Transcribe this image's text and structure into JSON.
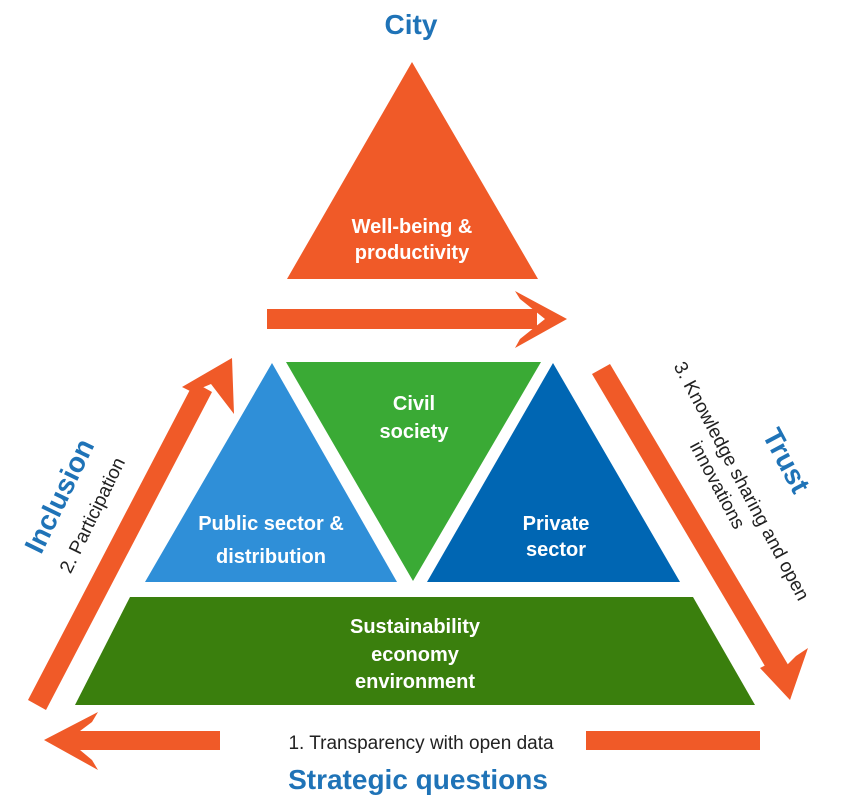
{
  "titles": {
    "top": "City",
    "bottom": "Strategic questions",
    "left": "Inclusion",
    "right": "Trust"
  },
  "shapes": {
    "top_triangle": {
      "line1": "Well-being &",
      "line2": "productivity",
      "color": "#f05a28"
    },
    "civil_society": {
      "line1": "Civil",
      "line2": "society",
      "color": "#3aaa35"
    },
    "public_sector": {
      "line1": "Public sector &",
      "line2": "distribution",
      "color": "#2f8fd8"
    },
    "private_sector": {
      "line1": "Private",
      "line2": "sector",
      "color": "#0066b3"
    },
    "base": {
      "line1": "Sustainability",
      "line2": "economy",
      "line3": "environment",
      "color": "#3a7f0d"
    }
  },
  "arrows": {
    "bottom_label": "1. Transparency with open data",
    "left_label": "2. Participation",
    "right_label_line1": "3. Knowledge sharing and open",
    "right_label_line2": "innovations",
    "color": "#f05a28"
  },
  "colors": {
    "title_blue": "#1f73b7"
  }
}
